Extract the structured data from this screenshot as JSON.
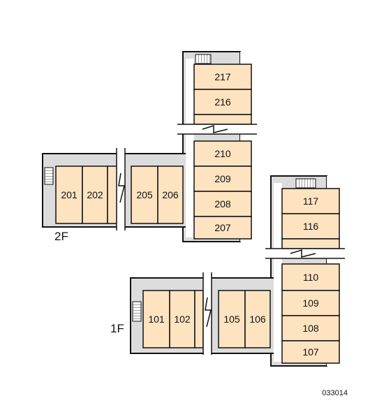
{
  "floors": [
    {
      "label": "2F",
      "rooms": [
        "201",
        "202",
        "",
        "205",
        "206",
        "207",
        "208",
        "209",
        "210",
        "",
        "216",
        "217"
      ]
    },
    {
      "label": "1F",
      "rooms": [
        "101",
        "102",
        "105",
        "106",
        "107",
        "108",
        "109",
        "110",
        "",
        "116",
        "117"
      ]
    }
  ],
  "plan_id": "033014",
  "colors": {
    "room_fill": "#fde3c0",
    "corridor_fill": "#dcdcdc",
    "wall": "#111111"
  }
}
